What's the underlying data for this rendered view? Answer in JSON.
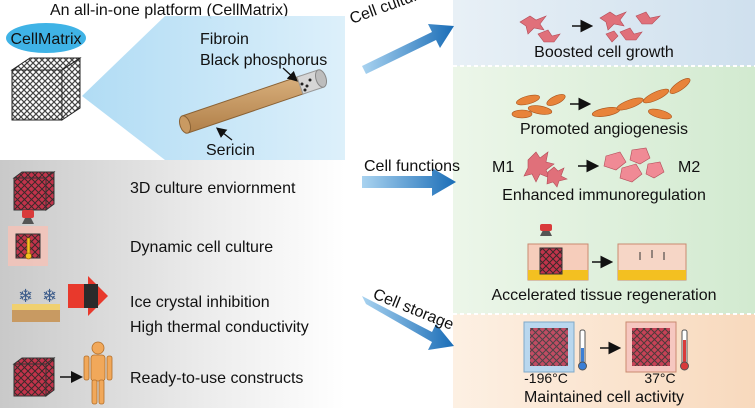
{
  "header": {
    "title": "An all-in-one platform (CellMatrix)",
    "badge": "CellMatrix"
  },
  "fiber": {
    "fibroin": "Fibroin",
    "black_phosphorus": "Black phosphorus",
    "sericin": "Sericin"
  },
  "features": [
    {
      "label": "3D culture enviornment"
    },
    {
      "label": "Dynamic cell culture"
    },
    {
      "label": "Ice crystal inhibition"
    },
    {
      "label": "High thermal conductivity"
    },
    {
      "label": "Ready-to-use constructs"
    }
  ],
  "arrows": {
    "culture": "Cell culture",
    "functions": "Cell functions",
    "storage": "Cell storage"
  },
  "outcomes": {
    "growth": "Boosted cell growth",
    "angiogenesis": "Promoted angiogenesis",
    "m1": "M1",
    "m2": "M2",
    "immuno": "Enhanced immunoregulation",
    "tissue": "Accelerated tissue regeneration",
    "temp_cold": "-196°C",
    "temp_warm": "37°C",
    "activity": "Maintained cell activity"
  },
  "colors": {
    "badge": "#3fb3e6",
    "culture_panel": "#dbe8f2",
    "functions_panel": "#dcefd8",
    "storage_panel": "#fbe3cc",
    "arrow": "#1d6fb8",
    "cell": "#e0707a"
  }
}
